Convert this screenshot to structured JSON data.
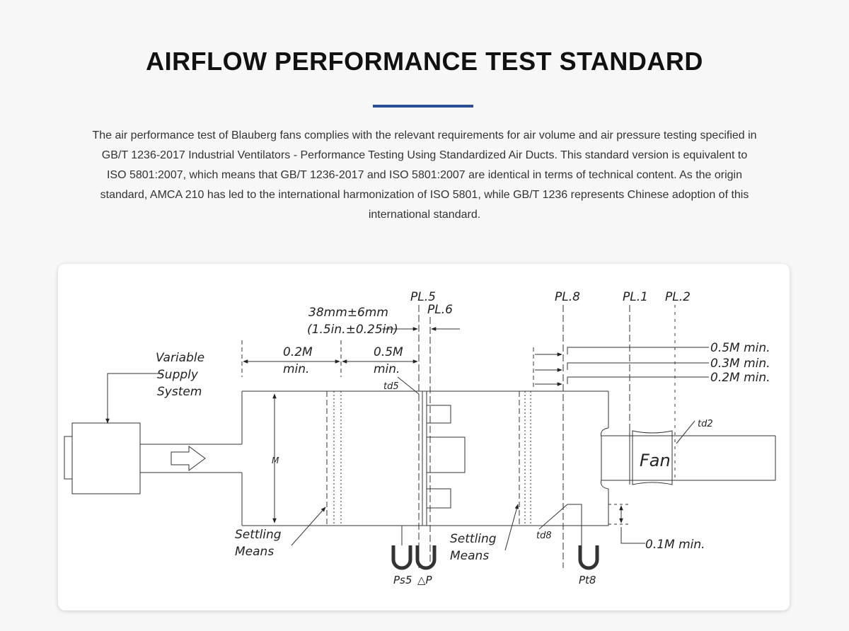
{
  "header": {
    "title": "AIRFLOW PERFORMANCE TEST STANDARD",
    "accent_color": "#2c4f9a"
  },
  "intro": {
    "text": "The air performance test of Blauberg fans complies with the relevant requirements for air volume and air pressure testing specified in GB/T 1236-2017 Industrial Ventilators - Performance Testing Using Standardized Air Ducts. This standard version is equivalent to ISO 5801:2007, which means that GB/T 1236-2017 and ISO 5801:2007 are identical in terms of technical content. As the origin standard, AMCA 210 has led to the international harmonization of ISO 5801, while GB/T 1236 represents Chinese adoption of this international standard."
  },
  "diagram": {
    "variable_supply_1": "Variable",
    "variable_supply_2": "Supply",
    "variable_supply_3": "System",
    "dim_02m_1": "0.2M",
    "dim_02m_2": "min.",
    "dim_05m_1": "0.5M",
    "dim_05m_2": "min.",
    "spacing_1": "38mm±6mm",
    "spacing_2": "(1.5in.±0.25in)",
    "pl5": "PL.5",
    "pl6": "PL.6",
    "pl8": "PL.8",
    "pl1": "PL.1",
    "pl2": "PL.2",
    "right_05m": "0.5M min.",
    "right_03m": "0.3M min.",
    "right_02m": "0.2M min.",
    "right_01m": "0.1M min.",
    "td5": "td5",
    "td2": "td2",
    "td8": "td8",
    "m_label": "M",
    "fan": "Fan",
    "settling_1a": "Settling",
    "settling_1b": "Means",
    "settling_2a": "Settling",
    "settling_2b": "Means",
    "ps5": "Ps5",
    "delta_p": "△P",
    "pt8": "Pt8"
  }
}
